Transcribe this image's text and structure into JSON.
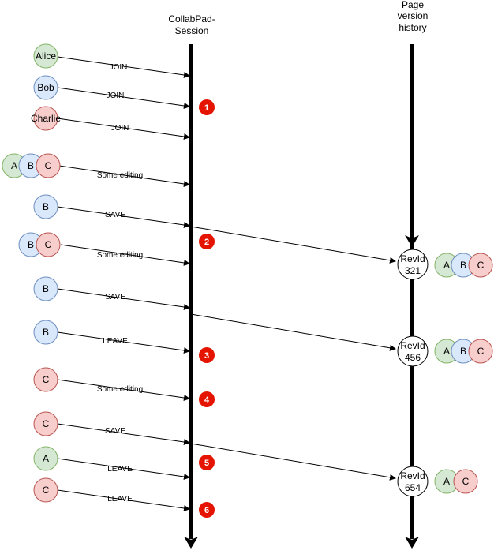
{
  "lifelines": {
    "session": {
      "title_line1": "CollabPad-",
      "title_line2": "Session"
    },
    "history": {
      "title_line1": "Page",
      "title_line2": "version",
      "title_line3": "history"
    }
  },
  "colors": {
    "green": "#d5e8d4",
    "green_stroke": "#82b366",
    "blue": "#dae8fc",
    "blue_stroke": "#6c8ebf",
    "red": "#f8cecc",
    "red_stroke": "#b85450",
    "badge": "#e51400"
  },
  "messages": [
    {
      "actors": [
        "Alice"
      ],
      "label": "JOIN"
    },
    {
      "actors": [
        "Bob"
      ],
      "label": "JOIN"
    },
    {
      "actors": [
        "Charlie"
      ],
      "label": "JOIN"
    },
    {
      "actors": [
        "A",
        "B",
        "C"
      ],
      "label": "Some editing"
    },
    {
      "actors": [
        "B"
      ],
      "label": "SAVE"
    },
    {
      "actors": [
        "B",
        "C"
      ],
      "label": "Some editing"
    },
    {
      "actors": [
        "B"
      ],
      "label": "SAVE"
    },
    {
      "actors": [
        "B"
      ],
      "label": "LEAVE"
    },
    {
      "actors": [
        "C"
      ],
      "label": "Some editing"
    },
    {
      "actors": [
        "C"
      ],
      "label": "SAVE"
    },
    {
      "actors": [
        "A"
      ],
      "label": "LEAVE"
    },
    {
      "actors": [
        "C"
      ],
      "label": "LEAVE"
    }
  ],
  "badges": [
    "1",
    "2",
    "3",
    "4",
    "5",
    "6"
  ],
  "revisions": [
    {
      "line1": "RevId",
      "line2": "321",
      "users": [
        "A",
        "B",
        "C"
      ]
    },
    {
      "line1": "RevId",
      "line2": "456",
      "users": [
        "A",
        "B",
        "C"
      ]
    },
    {
      "line1": "RevId",
      "line2": "654",
      "users": [
        "A",
        "C"
      ]
    }
  ]
}
